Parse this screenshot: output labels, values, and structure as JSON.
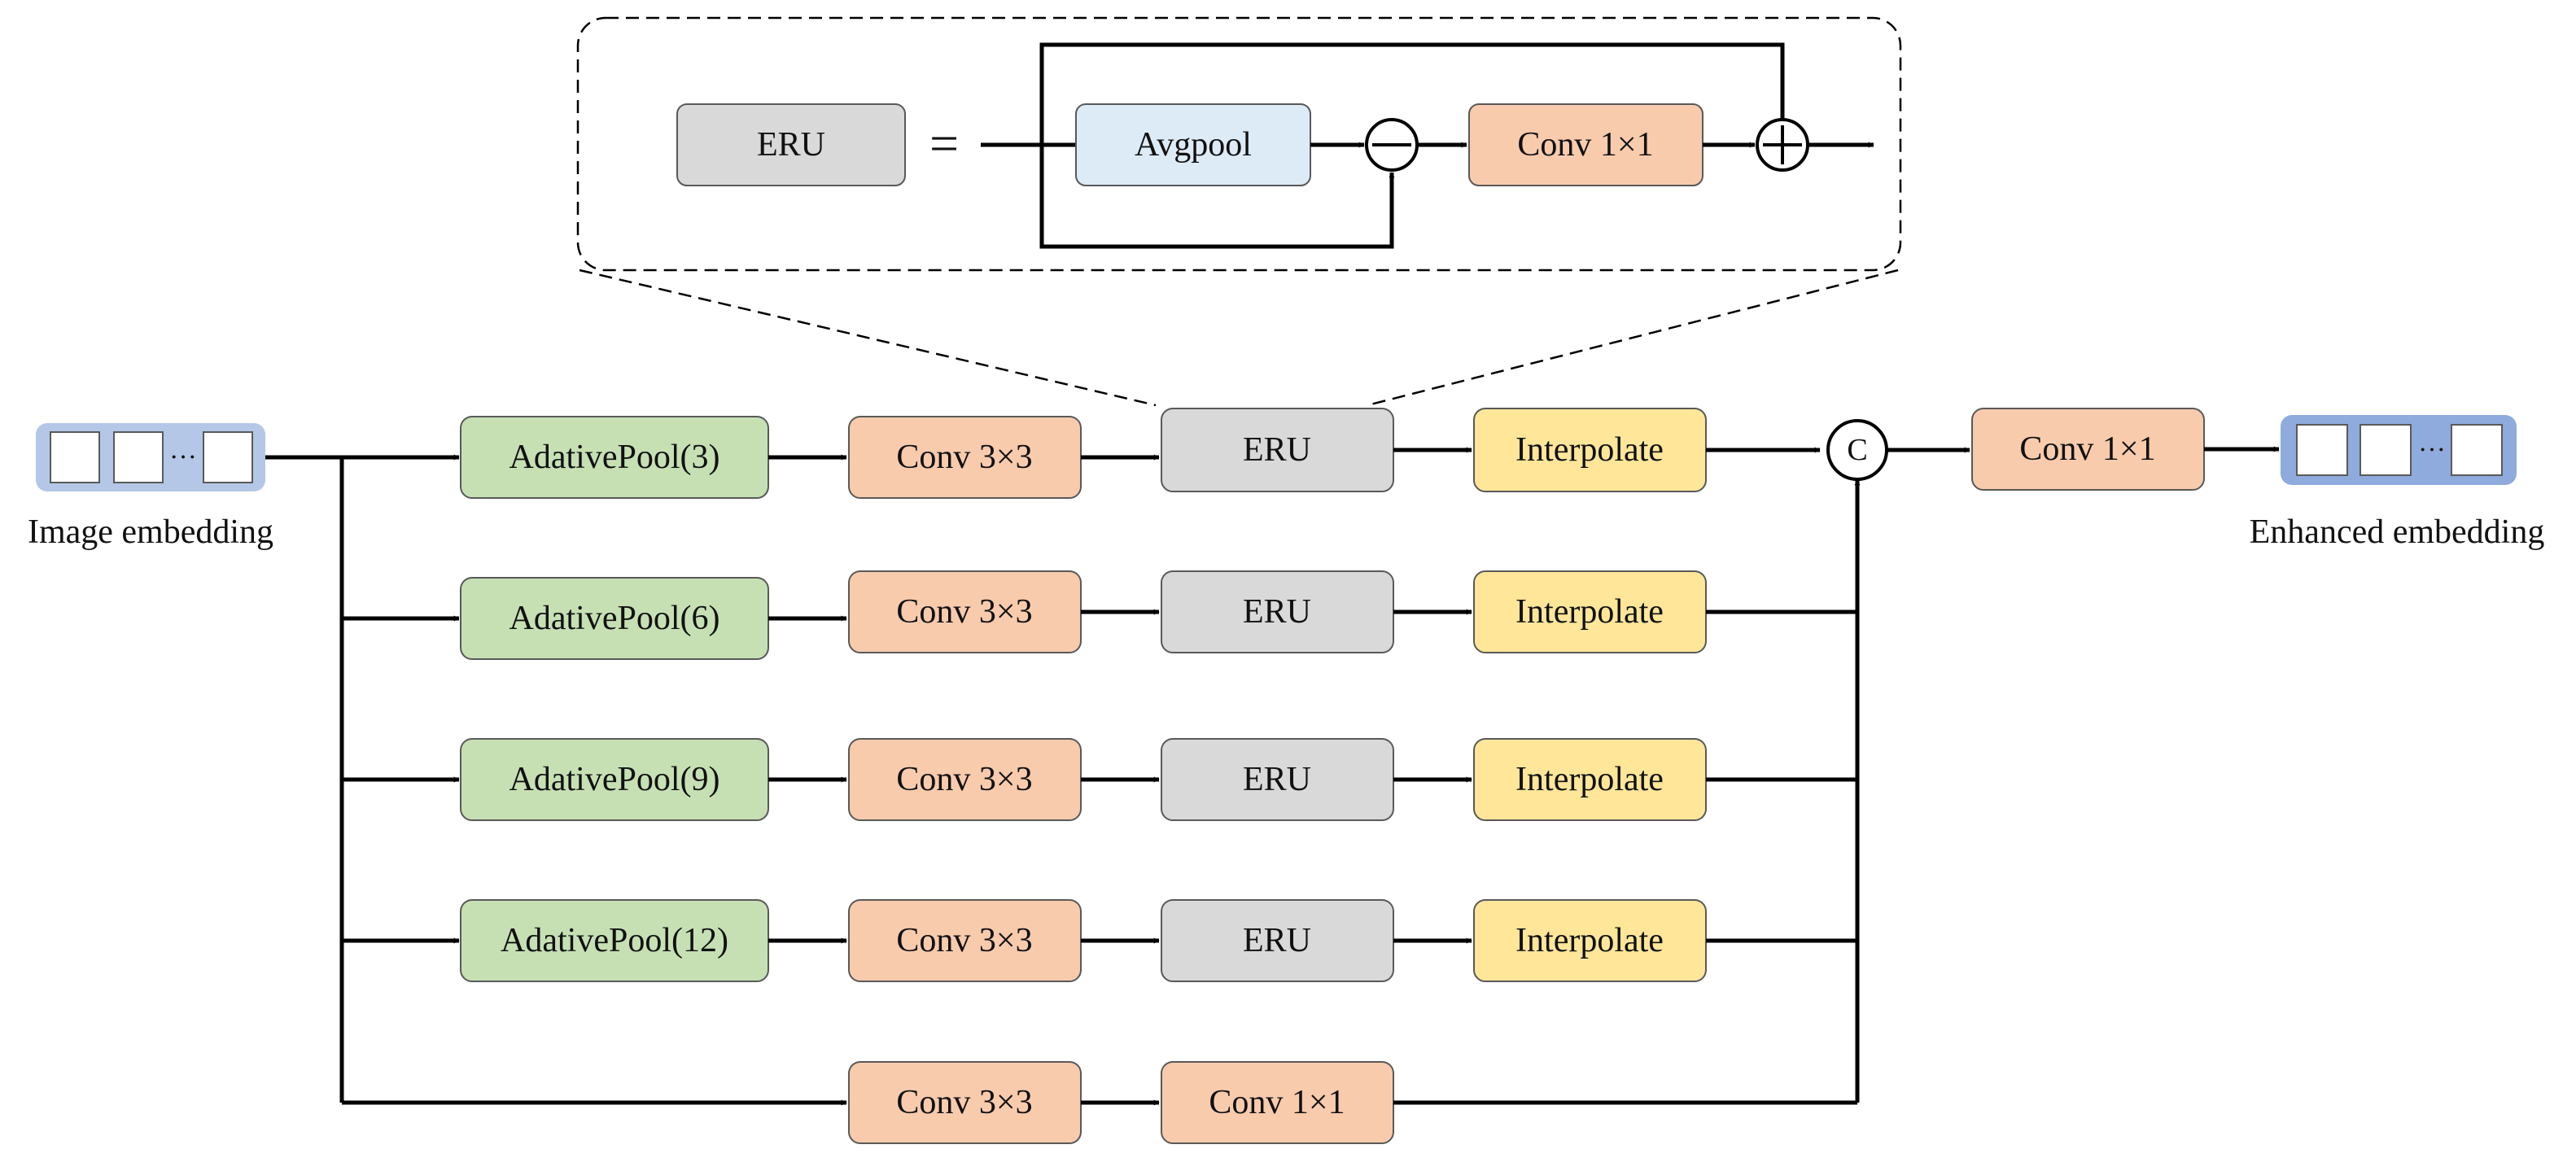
{
  "inset": {
    "eru_label": "ERU",
    "equals_sign": "=",
    "avgpool_label": "Avgpool",
    "conv_label": "Conv 1×1"
  },
  "input_label": "Image embedding",
  "output_label": "Enhanced embedding",
  "embedding_dots": "···",
  "branches": [
    {
      "pool": "AdativePool(3)",
      "conv": "Conv 3×3",
      "eru": "ERU",
      "interp": "Interpolate"
    },
    {
      "pool": "AdativePool(6)",
      "conv": "Conv 3×3",
      "eru": "ERU",
      "interp": "Interpolate"
    },
    {
      "pool": "AdativePool(9)",
      "conv": "Conv 3×3",
      "eru": "ERU",
      "interp": "Interpolate"
    },
    {
      "pool": "AdativePool(12)",
      "conv": "Conv 3×3",
      "eru": "ERU",
      "interp": "Interpolate"
    }
  ],
  "shortcut": {
    "conv3": "Conv 3×3",
    "conv1": "Conv 1×1"
  },
  "concat_label": "C",
  "final_conv_label": "Conv 1×1",
  "colors": {
    "pool_fill": "#c6e0b4",
    "conv_fill": "#f8cbad",
    "eru_fill": "#d9d9d9",
    "interp_fill": "#ffe699",
    "avgpool_fill": "#ddebf7",
    "input_embed_fill": "#b4c7e7",
    "output_embed_fill": "#8faadc"
  }
}
